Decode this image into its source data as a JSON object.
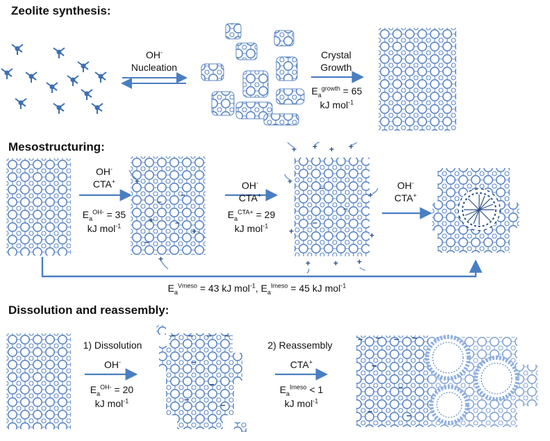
{
  "sections": {
    "zeolite": {
      "heading": "Zeolite synthesis:",
      "reagent_base": "OH",
      "reagent_sup": "-",
      "nucleation": "Nucleation",
      "growth_line1": "Crystal",
      "growth_line2": "Growth",
      "ea_base": "E",
      "ea_sub": "a",
      "ea_sup": "growth",
      "ea_value": " = 65",
      "units_base": "kJ mol",
      "units_sup": "-1"
    },
    "meso": {
      "heading": "Mesostructuring:",
      "step1": {
        "oh": "OH",
        "oh_sup": "-",
        "cta": "CTA",
        "cta_sup": "+",
        "ea_base": "E",
        "ea_sub": "a",
        "ea_sup": "OH-",
        "ea_value": " = 35",
        "units_base": "kJ mol",
        "units_sup": "-1"
      },
      "step2": {
        "oh": "OH",
        "oh_sup": "-",
        "cta": "CTA",
        "cta_sup": "+",
        "ea_base": "E",
        "ea_sub": "a",
        "ea_sup": "CTA+",
        "ea_value": " = 29",
        "units_base": "kJ mol",
        "units_sup": "-1"
      },
      "step3": {
        "oh": "OH",
        "oh_sup": "-",
        "cta": "CTA",
        "cta_sup": "+"
      },
      "bottom": {
        "e1": "E",
        "e1_sub": "a",
        "e1_sup": "Vmeso",
        "e1_val": " = 43  kJ mol",
        "e1_unit_sup": "-1",
        "sep": ", ",
        "e2": "E",
        "e2_sub": "a",
        "e2_sup": "Imeso",
        "e2_val": " = 45 kJ mol",
        "e2_unit_sup": "-1"
      }
    },
    "dissolution": {
      "heading": "Dissolution and reassembly:",
      "step1": {
        "title": "1) Dissolution",
        "oh": "OH",
        "oh_sup": "-",
        "ea_base": "E",
        "ea_sub": "a",
        "ea_sup": "OH-",
        "ea_value": " = 20",
        "units_base": "kJ mol",
        "units_sup": "-1"
      },
      "step2": {
        "title": "2) Reassembly",
        "cta": "CTA",
        "cta_sup": "+",
        "ea_base": "E",
        "ea_sub": "a",
        "ea_sup": "Imeso",
        "ea_value": " < 1",
        "units_base": "kJ mol",
        "units_sup": "-1"
      }
    }
  },
  "colors": {
    "arrow": "#4a7ec2",
    "framework": "#5b86c4",
    "framework_light": "#a9c0e3",
    "charge": "#2a4f86"
  }
}
